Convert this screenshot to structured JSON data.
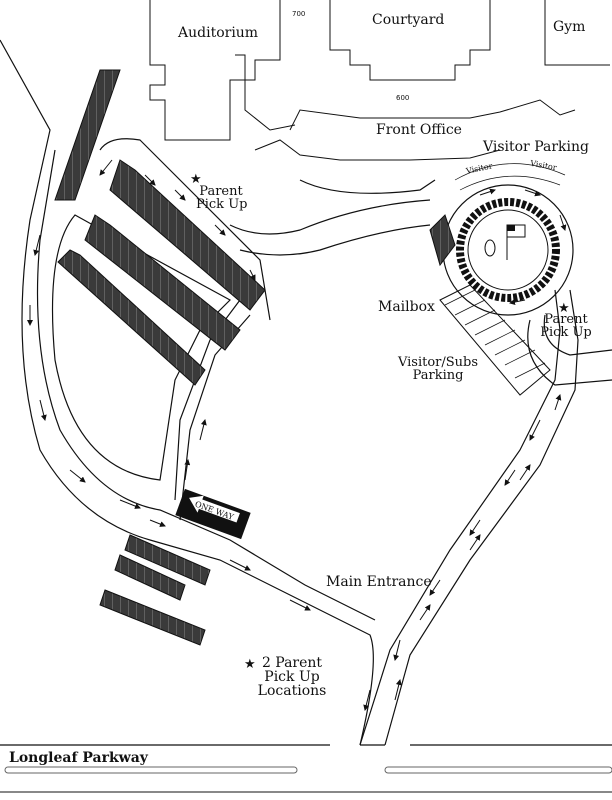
{
  "buildings": {
    "auditorium": "Auditorium",
    "courtyard": "Courtyard",
    "gym": "Gym",
    "front_office": "Front Office",
    "room_700": "700",
    "room_600": "600"
  },
  "parking": {
    "visitor_parking": "Visitor Parking",
    "visitor_space_1": "Visitor",
    "visitor_space_2": "Visitor",
    "visitor_subs_line1": "Visitor/Subs",
    "visitor_subs_line2": "Parking"
  },
  "features": {
    "mailbox": "Mailbox",
    "main_entrance": "Main Entrance",
    "one_way_sign": "ONE WAY"
  },
  "pickup": {
    "left_line1": "Parent",
    "left_line2": "Pick Up",
    "right_line1": "Parent",
    "right_line2": "Pick Up",
    "legend_line1": "2 Parent",
    "legend_line2": "Pick Up",
    "legend_line3": "Locations",
    "star_symbol": "★"
  },
  "roads": {
    "street": "Longleaf Parkway"
  },
  "colors": {
    "parking_fill": "#3a3a3a",
    "line": "#111111",
    "road_line": "#666666"
  }
}
